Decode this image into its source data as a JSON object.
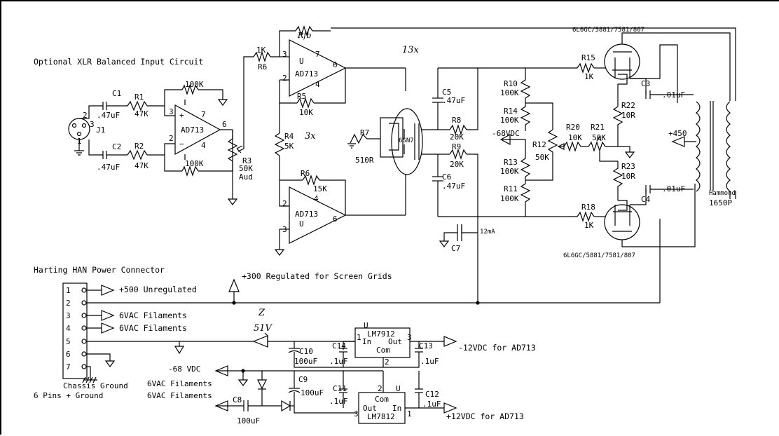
{
  "headings": {
    "xlr": "Optional XLR Balanced Input Circuit",
    "harting": "Harting HAN Power Connector",
    "chassis": "Chassis Ground",
    "pins": "6 Pins + Ground",
    "tube_top": "6L6GC/5881/7581/807",
    "tube_bottom": "6L6GC/5881/7581/807",
    "hammond": "Hammond",
    "hammond_model": "1650P",
    "x13": "13x",
    "x3": "3x"
  },
  "xlr": {
    "j1": "J1",
    "pin1": "1",
    "pin2": "2",
    "pin3": "3",
    "c1": "C1",
    "c1v": ".47uF",
    "c2": "C2",
    "c2v": ".47uF",
    "r1": "R1",
    "r1v": "47K",
    "r2": "R2",
    "r2v": "47K",
    "rtop": "100K",
    "rbot": "100K",
    "op": "AD713",
    "p3": "3",
    "p2": "2",
    "p7": "7",
    "p4": "4",
    "p6": "6",
    "plus": "+",
    "minus": "−",
    "r3": "R3",
    "r3v": "50K",
    "r3t": "Aud"
  },
  "input": {
    "r6": "R6",
    "r6v": "1K",
    "rfb": "Rfb",
    "op1": "AD713",
    "op1u": "U",
    "op1p3": "3",
    "op1p2": "2",
    "op1p7": "7",
    "op1p4": "4",
    "op1p6": "6",
    "r5": "R5",
    "r5v": "10K",
    "r4": "R4",
    "r4v": "5K",
    "r6b": "R6",
    "r6bv": "15K",
    "op2": "AD713",
    "op2u": "U",
    "op2p2": "2",
    "op2p3": "3",
    "op2p4": "4",
    "op2p6": "6",
    "r7": "R7",
    "r7v": "510R",
    "tube": "6SN7"
  },
  "driver": {
    "c5": "C5",
    "c5v": ".47uF",
    "c6": "C6",
    "c6v": ".47uF",
    "r8": "R8",
    "r8v": "20K",
    "r9": "R9",
    "r9v": "20K",
    "r10": "R10",
    "r10v": "100K",
    "r14": "R14",
    "r14v": "100K",
    "r13": "R13",
    "r13v": "100K",
    "r11": "R11",
    "r11v": "100K",
    "neg68": "-68VDC",
    "r12": "R12",
    "r12v": "50K",
    "r20": "R20",
    "r20v": "10K",
    "r21": "R21",
    "r21v": "50K",
    "c7": "C7",
    "ma": "12mA"
  },
  "output": {
    "r15": "R15",
    "r15v": "1K",
    "r18": "R18",
    "r18v": "1K",
    "r22": "R22",
    "r22v": "10R",
    "r23": "R23",
    "r23v": "10R",
    "c3": "C3",
    "c3v": ".01uF",
    "c4": "C4",
    "c4v": ".01uF",
    "plus450": "+450"
  },
  "power": {
    "pins": [
      "1",
      "2",
      "3",
      "4",
      "5",
      "6",
      "7"
    ],
    "p1": "+500 Unregulated",
    "p3": "6VAC Filaments",
    "p4": "6VAC Filaments",
    "reg300": "+300 Regulated for Screen Grids",
    "neg68": "-68 VDC",
    "fil1": "6VAC Filaments",
    "fil2": "6VAC Filaments",
    "z": "Z",
    "zv": "51V",
    "lm7912": "LM7912",
    "u1": "U",
    "in1": "In",
    "out1": "Out",
    "com1": "Com",
    "n1": "1",
    "n3": "3",
    "n2": "2",
    "lm7812": "LM7812",
    "u2": "U",
    "in2": "In",
    "out2": "Out",
    "com2": "Com",
    "m2": "2",
    "m3": "3",
    "m1": "1",
    "c10": "C10",
    "c10v": "100uF",
    "c14": "C14",
    "c14v": ".1uF",
    "c13": "C13",
    "c13v": ".1uF",
    "c9": "C9",
    "c9v": "100uF",
    "c11": "C11",
    "c11v": ".1uF",
    "c12": "C12",
    "c12v": ".1uF",
    "c8": "C8",
    "c8v": "100uF",
    "neg12": "-12VDC for AD713",
    "pos12": "+12VDC for AD713"
  }
}
